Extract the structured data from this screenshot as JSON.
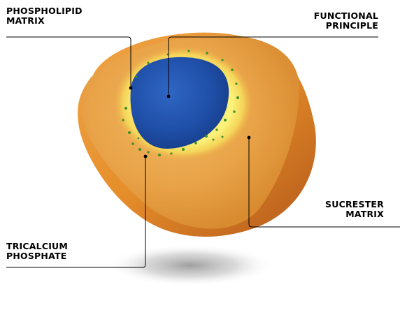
{
  "labels": {
    "phospholipid": {
      "line1": "PHOSPHOLIPID",
      "line2": "MATRIX"
    },
    "functional": {
      "line1": "FUNCTIONAL",
      "line2": "PRINCIPLE"
    },
    "sucrester": {
      "line1": "SUCRESTER",
      "line2": "MATRIX"
    },
    "tricalcium": {
      "line1": "TRICALCIUM",
      "line2": "PHOSPHATE"
    }
  },
  "colors": {
    "outer_shell": "#e08a25",
    "cut_face": "#e8a548",
    "phospholipid_ring": "#f3e55a",
    "functional_core": "#1f4fa8",
    "tricalcium_particles": "#3f8f2a",
    "shadow": "#9a9a9a"
  }
}
